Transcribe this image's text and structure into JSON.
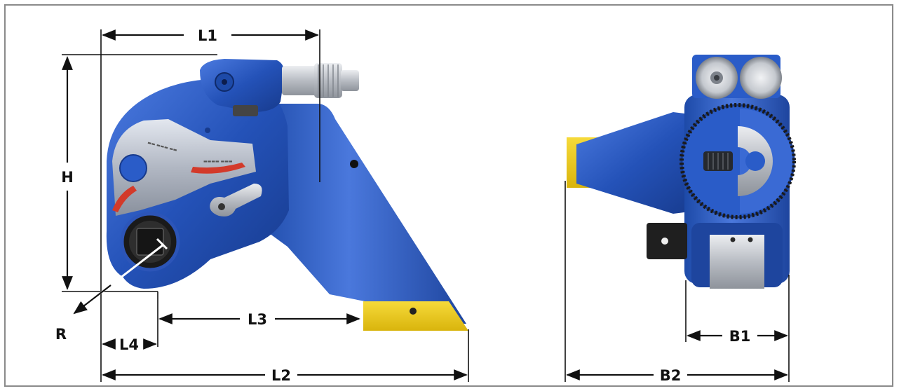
{
  "diagram": {
    "labels": {
      "L1": "L1",
      "L2": "L2",
      "L3": "L3",
      "L4": "L4",
      "H": "H",
      "R": "R",
      "B1": "B1",
      "B2": "B2"
    },
    "colors": {
      "tool_blue": "#2452b8",
      "tool_blue_dark": "#173a8c",
      "tool_blue_light": "#4c7be0",
      "reaction_yellow": "#f2cf1c",
      "silver": "#c9cdd3",
      "frame_gray": "#8a8a8a",
      "dimension_black": "#111111"
    }
  }
}
